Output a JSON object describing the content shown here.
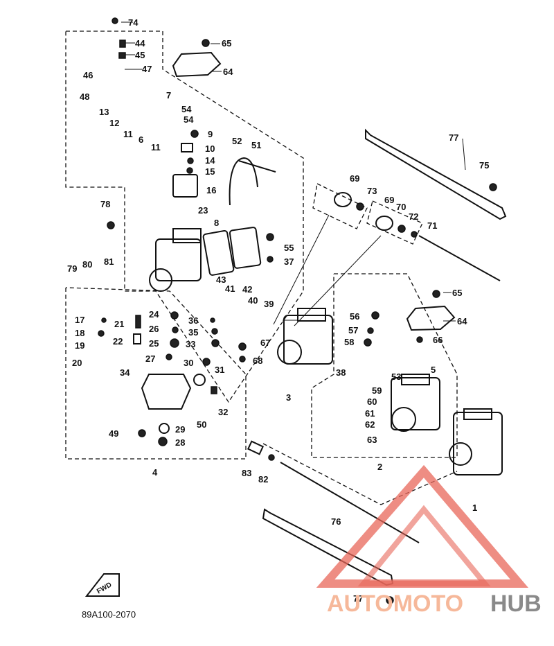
{
  "diagram_code": "89A100-2070",
  "fwd_label": "FWD",
  "watermark": {
    "part1": "AUTOMOTO",
    "part2": "HUB",
    "accent_color": "#e8675a",
    "gray_color": "#8a8a8a"
  },
  "group_labels": [
    "1",
    "2",
    "3",
    "4"
  ],
  "callouts": [
    "74",
    "44",
    "45",
    "47",
    "46",
    "48",
    "13",
    "12",
    "11",
    "6",
    "7",
    "54",
    "54",
    "11",
    "9",
    "10",
    "14",
    "15",
    "16",
    "65",
    "64",
    "52",
    "51",
    "78",
    "23",
    "8",
    "79",
    "80",
    "81",
    "55",
    "37",
    "43",
    "41",
    "42",
    "40",
    "39",
    "17",
    "21",
    "18",
    "22",
    "19",
    "20",
    "24",
    "26",
    "25",
    "27",
    "36",
    "35",
    "33",
    "30",
    "31",
    "34",
    "32",
    "49",
    "50",
    "29",
    "28",
    "67",
    "68",
    "77",
    "75",
    "69",
    "73",
    "69",
    "70",
    "72",
    "71",
    "65",
    "64",
    "56",
    "57",
    "58",
    "66",
    "38",
    "53",
    "5",
    "59",
    "60",
    "61",
    "62",
    "63",
    "83",
    "82",
    "76",
    "77"
  ]
}
